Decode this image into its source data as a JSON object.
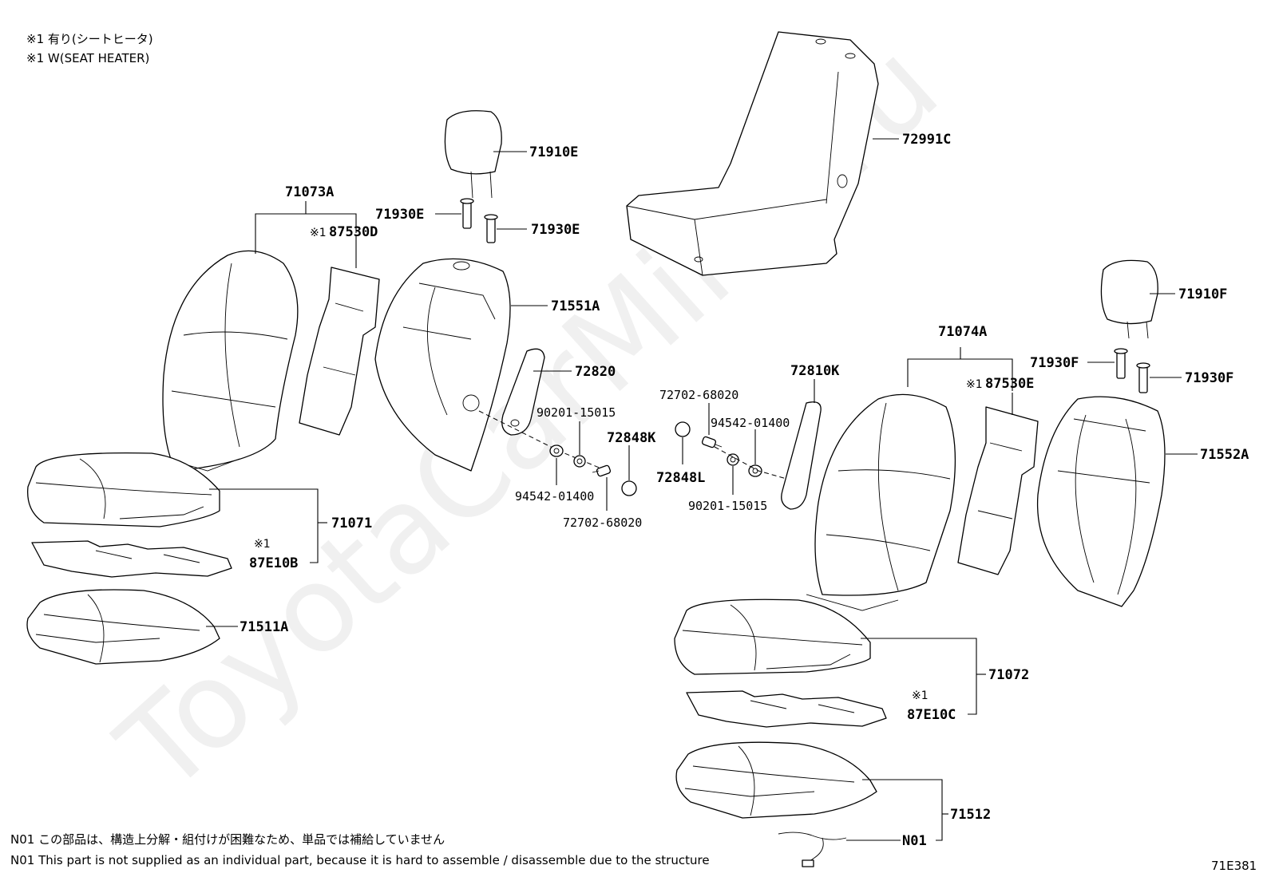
{
  "legend": {
    "line1": "※1 有り(シートヒータ)",
    "line2": "※1 W(SEAT HEATER)"
  },
  "watermark": "ToyotaCarMine.ru",
  "parts": {
    "p72991C": "72991C",
    "p71910E": "71910E",
    "p71930E_a": "71930E",
    "p71930E_b": "71930E",
    "p71073A": "71073A",
    "p87530D": "87530D",
    "p71551A": "71551A",
    "p72820": "72820",
    "p90201_a": "90201-15015",
    "p72702_a": "72702-68020",
    "p72848K": "72848K",
    "p72848L": "72848L",
    "p94542_a": "94542-01400",
    "p72702_b": "72702-68020",
    "p94542_b": "94542-01400",
    "p90201_b": "90201-15015",
    "p72810K": "72810K",
    "p71910F": "71910F",
    "p71930F_a": "71930F",
    "p71930F_b": "71930F",
    "p71074A": "71074A",
    "p87530E": "87530E",
    "p71552A": "71552A",
    "p71071": "71071",
    "p87E10B": "87E10B",
    "p71511A": "71511A",
    "p71072": "71072",
    "p87E10C": "87E10C",
    "p71512": "71512",
    "pN01": "N01"
  },
  "marks": {
    "m87530D": "※1",
    "m87E10B": "※1",
    "m87530E": "※1",
    "m87E10C": "※1"
  },
  "notes": {
    "n01_jp": "N01 この部品は、構造上分解・組付けが困難なため、単品では補給していません",
    "n01_en": "N01 This part is not supplied as an individual part, because it is hard to assemble / disassemble due to the structure"
  },
  "diagram_code": "71E381"
}
